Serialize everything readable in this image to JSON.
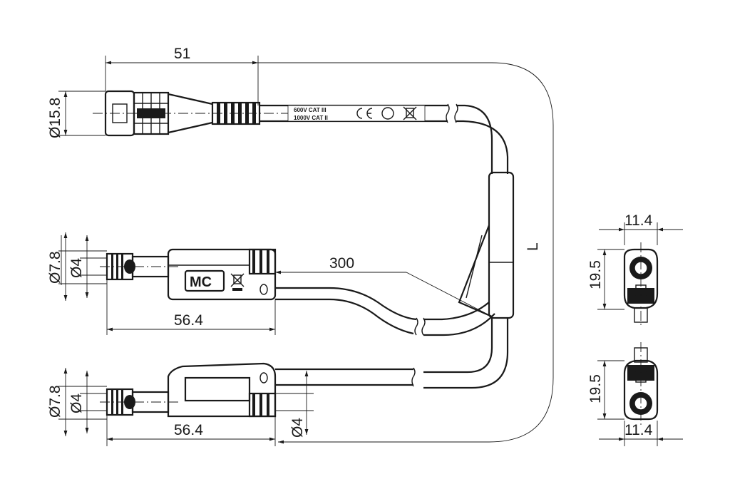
{
  "dimensions": {
    "top_length": "51",
    "top_diameter": "Ø15.8",
    "lead_length": "300",
    "total_length": "L",
    "plug1_diameter": "Ø7.8",
    "plug1_pin": "Ø4",
    "plug1_length": "56.4",
    "plug2_diameter": "Ø7.8",
    "plug2_pin": "Ø4",
    "plug2_length": "56.4",
    "socket_diameter": "Ø4",
    "side_width_top": "11.4",
    "side_height_top": "19.5",
    "side_height_bottom": "19.5",
    "side_width_bottom": "11.4"
  },
  "cable_marking": {
    "line1": "600V CAT III",
    "line2": "1000V CAT II"
  },
  "logo_text": "MC"
}
